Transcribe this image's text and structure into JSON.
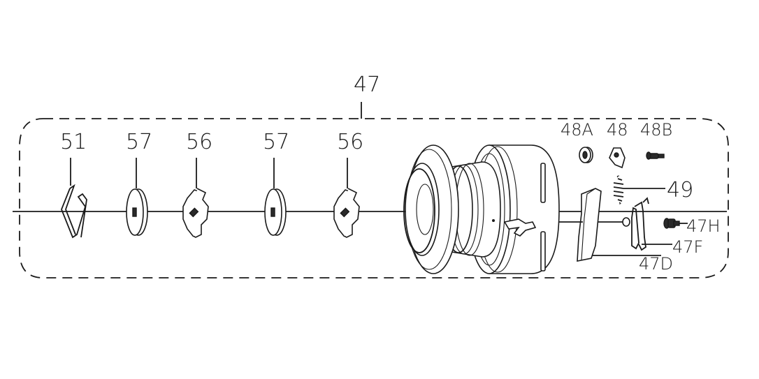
{
  "labels": {
    "assembly": "47",
    "part_51": "51",
    "part_57a": "57",
    "part_56a": "56",
    "part_57b": "57",
    "part_56b": "56",
    "part_48a": "48A",
    "part_48": "48",
    "part_48b": "48B",
    "part_49": "49",
    "part_47h": "47H",
    "part_47f": "47F",
    "part_47d": "47D"
  }
}
